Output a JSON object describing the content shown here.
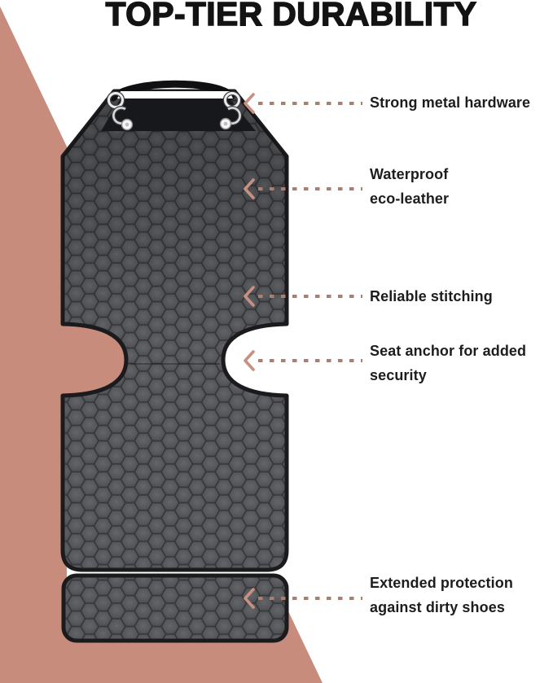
{
  "title": "TOP-TIER DURABILITY",
  "colors": {
    "accent_pink": "#c88c7c",
    "arrow_dash": "#aa7e70",
    "arrow_head": "#c79181",
    "title_text": "#131313",
    "label_text": "#1d1d1d",
    "mat_outline": "#1b1b1d",
    "panel_black": "#17181b",
    "hardware_silver": "#ececec"
  },
  "graphics": {
    "illustration": "quilted-seat-protector-mat",
    "background_shape": "pink-diagonal-triangle",
    "arrow_icon": "dashed-arrow-left"
  },
  "callouts": [
    {
      "id": "strong-metal-hardware",
      "lines": [
        "Strong metal hardware"
      ]
    },
    {
      "id": "waterproof-eco-leather",
      "lines": [
        "Waterproof",
        "eco-leather"
      ]
    },
    {
      "id": "reliable-stitching",
      "lines": [
        "Reliable stitching"
      ]
    },
    {
      "id": "seat-anchor",
      "lines": [
        "Seat anchor for added",
        "security"
      ]
    },
    {
      "id": "extended-protection",
      "lines": [
        "Extended protection",
        "against dirty shoes"
      ]
    }
  ]
}
